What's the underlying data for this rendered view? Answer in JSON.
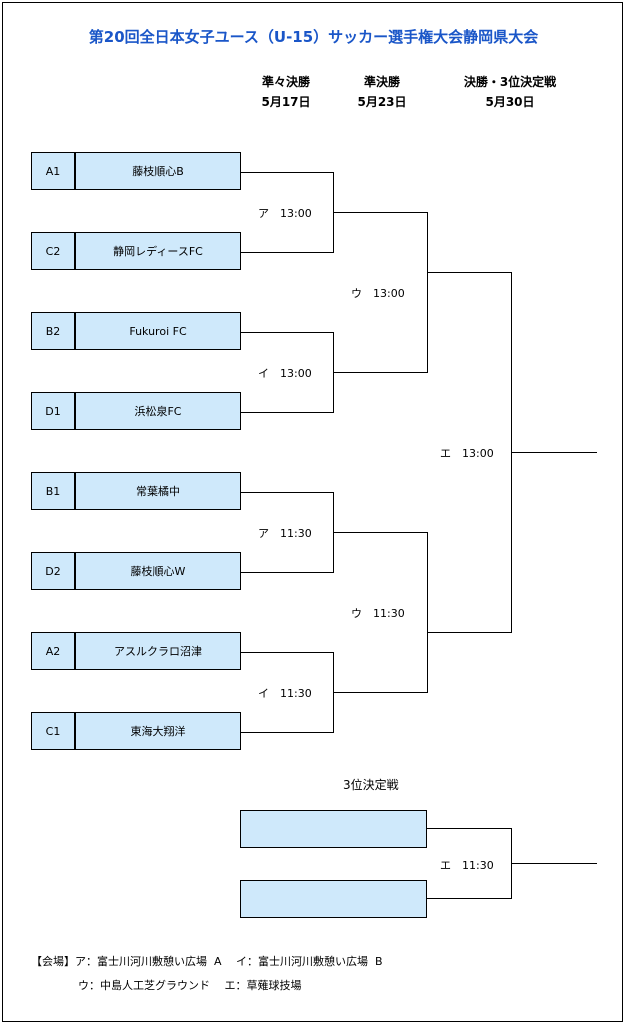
{
  "title": "第20回全日本女子ユース（U-15）サッカー選手権大会静岡県大会",
  "rounds": [
    {
      "name": "準々決勝",
      "date": "5月17日"
    },
    {
      "name": "準決勝",
      "date": "5月23日"
    },
    {
      "name": "決勝・3位決定戦",
      "date": "5月30日"
    }
  ],
  "teams": [
    {
      "seed": "A1",
      "name": "藤枝順心B"
    },
    {
      "seed": "C2",
      "name": "静岡レディースFC"
    },
    {
      "seed": "B2",
      "name": "Fukuroi FC"
    },
    {
      "seed": "D1",
      "name": "浜松泉FC"
    },
    {
      "seed": "B1",
      "name": "常葉橘中"
    },
    {
      "seed": "D2",
      "name": "藤枝順心W"
    },
    {
      "seed": "A2",
      "name": "アスルクラロ沼津"
    },
    {
      "seed": "C1",
      "name": "東海大翔洋"
    }
  ],
  "matches": {
    "qf1": "ア　13:00",
    "qf2": "イ　13:00",
    "qf3": "ア　11:30",
    "qf4": "イ　11:30",
    "sf1": "ウ　13:00",
    "sf2": "ウ　11:30",
    "final": "エ　13:00",
    "third": "エ　11:30"
  },
  "third_place_label": "3位決定戦",
  "venues": {
    "line1": "【会場】ア：富士川河川敷憩い広場  A　 イ：富士川河川敷憩い広場  B",
    "line2": "ウ：中島人工芝グラウンド　 エ：草薙球技場"
  }
}
